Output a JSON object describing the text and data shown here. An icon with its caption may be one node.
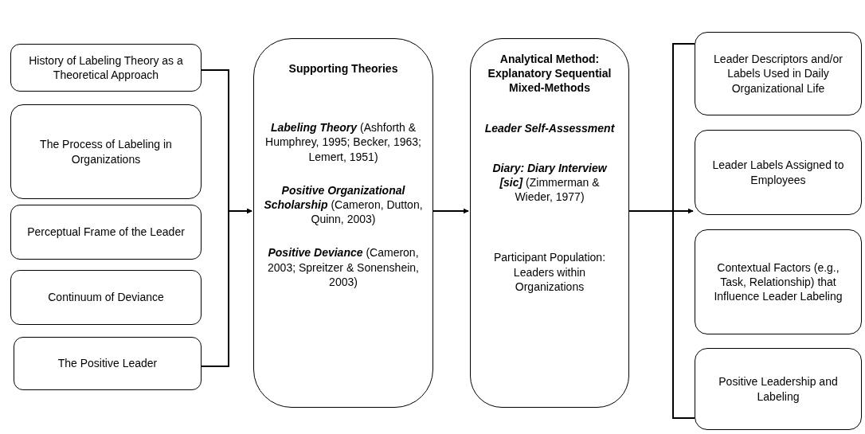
{
  "diagram": {
    "nodes": [
      {
        "text": [
          "History of Labeling Theory as a Theoretical Approach"
        ]
      },
      {
        "text": [
          "The Process of Labeling in Organizations"
        ]
      },
      {
        "text": [
          "Perceptual Frame of the Leader"
        ]
      },
      {
        "text": [
          "Continuum of Deviance"
        ]
      },
      {
        "text": [
          "The Positive Leader"
        ]
      },
      {
        "text": [
          "Supporting Theories",
          "**Labeling Theory** (Ashforth & Humphrey, 1995; Becker, 1963; Lemert, 1951)",
          "**Positive Organizational Scholarship** (Cameron, Dutton, Quinn, 2003)",
          "**Positive Deviance** (Cameron, 2003; Spreitzer & Sonenshein, 2003)"
        ]
      },
      {
        "text": [
          "Analytical Method: Explanatory Sequential Mixed-Methods",
          "Leader Self-Assessment",
          "**Diary: Diary Interview [sic]** (Zimmerman & Wieder, 1977)",
          "Participant Population: Leaders within Organizations"
        ]
      },
      {
        "text": [
          "Leader Descriptors and/or Labels Used in Daily Organizational Life"
        ]
      },
      {
        "text": [
          "Leader Labels Assigned to Employees"
        ]
      },
      {
        "text": [
          "Contextual Factors (e.g., Task, Relationship) that Influence Leader Labeling"
        ]
      },
      {
        "text": [
          "Positive Leadership and Labeling"
        ]
      }
    ],
    "edges": [
      {
        "from": 0,
        "to": 5,
        "arrow": "to"
      },
      {
        "from": 4,
        "to": 5,
        "arrow": "to"
      },
      {
        "from": 5,
        "to": 6,
        "arrow": "to"
      },
      {
        "from": 6,
        "to": 7,
        "arrow": "none"
      },
      {
        "from": 6,
        "to": 8,
        "arrow": "to"
      },
      {
        "from": 6,
        "to": 10,
        "arrow": "none"
      }
    ]
  }
}
